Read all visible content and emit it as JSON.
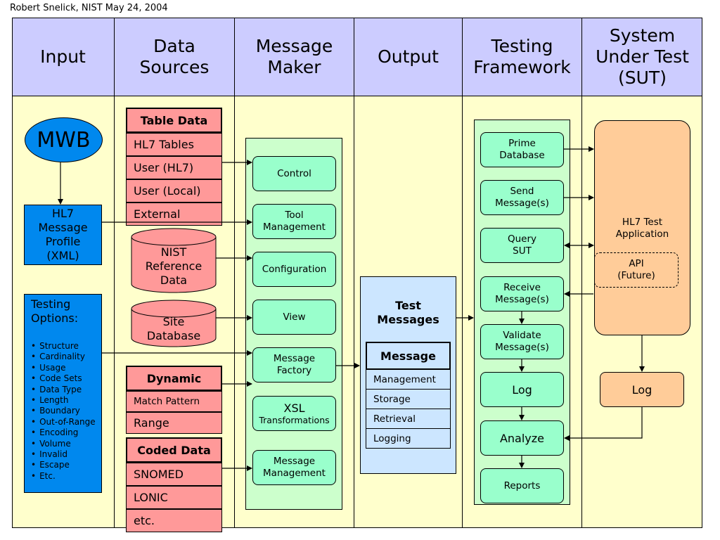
{
  "caption": "Robert Snelick, NIST May 24, 2004",
  "headers": {
    "input": "Input",
    "data_sources": "Data Sources",
    "message_maker": "Message Maker",
    "output": "Output",
    "testing_framework": "Testing Framework",
    "sut": "System Under Test (SUT)"
  },
  "input": {
    "mwb": "MWB",
    "profile": "HL7 Message Profile (XML)",
    "testing_options_title": "Testing Options:",
    "options": [
      "Structure",
      "Cardinality",
      "Usage",
      "Code Sets",
      "Data Type",
      "Length",
      "Boundary",
      "Out-of-Range",
      "Encoding",
      "Volume",
      "Invalid",
      "Escape",
      "Etc."
    ]
  },
  "data_sources": {
    "table_data": {
      "title": "Table Data",
      "rows": [
        "HL7 Tables",
        "User (HL7)",
        "User (Local)",
        "External"
      ]
    },
    "nist_db": "NIST Reference Data",
    "site_db": "Site Database",
    "dynamic": {
      "title": "Dynamic",
      "rows": [
        "Match Pattern",
        "Range"
      ]
    },
    "coded_data": {
      "title": "Coded Data",
      "rows": [
        "SNOMED",
        "LONIC",
        "etc."
      ]
    }
  },
  "message_maker": {
    "control": "Control",
    "tool_management": "Tool Management",
    "configuration": "Configuration",
    "view": "View",
    "message_factory": "Message Factory",
    "xsl_big": "XSL",
    "xsl_small": "Transformations",
    "message_management": "Message Management"
  },
  "output": {
    "test_messages": "Test Messages",
    "message_title": "Message",
    "rows": [
      "Management",
      "Storage",
      "Retrieval",
      "Logging"
    ]
  },
  "testing_framework": {
    "prime_db": "Prime Database",
    "send": "Send Message(s)",
    "query": "Query SUT",
    "receive": "Receive Message(s)",
    "validate": "Validate Message(s)",
    "log": "Log",
    "analyze": "Analyze",
    "reports": "Reports"
  },
  "sut": {
    "app": "HL7 Test Application",
    "api": "API (Future)",
    "log": "Log"
  },
  "colors": {
    "header": "#ccccff",
    "column": "#ffffcc",
    "green": "#99ffcc",
    "red": "#ff9999",
    "blue": "#0088ee",
    "output": "#cce6ff",
    "sut": "#ffcc99"
  }
}
